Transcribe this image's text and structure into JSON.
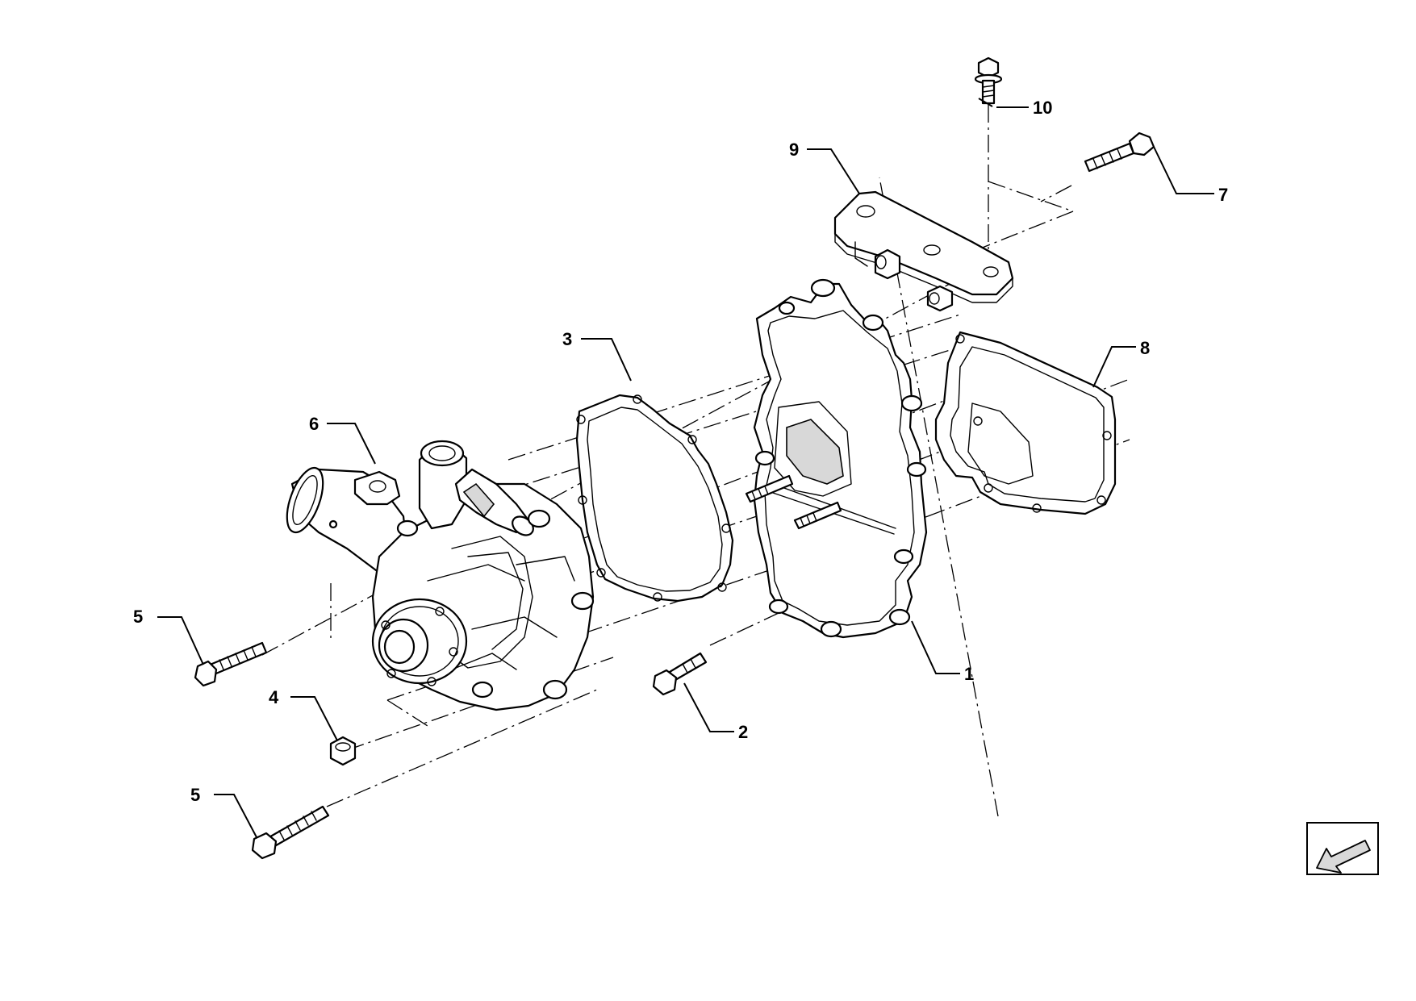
{
  "callouts": [
    {
      "id": "c1",
      "text": "1"
    },
    {
      "id": "c2",
      "text": "2"
    },
    {
      "id": "c3",
      "text": "3"
    },
    {
      "id": "c4",
      "text": "4"
    },
    {
      "id": "c5a",
      "text": "5"
    },
    {
      "id": "c5b",
      "text": "5"
    },
    {
      "id": "c6",
      "text": "6"
    },
    {
      "id": "c7",
      "text": "7"
    },
    {
      "id": "c8",
      "text": "8"
    },
    {
      "id": "c9",
      "text": "9"
    },
    {
      "id": "c10",
      "text": "10"
    }
  ],
  "orientation_icon": "arrow-down-left-icon",
  "colors": {
    "line": "#000000",
    "background": "#ffffff",
    "arrow_fill": "#d9d9d9"
  }
}
